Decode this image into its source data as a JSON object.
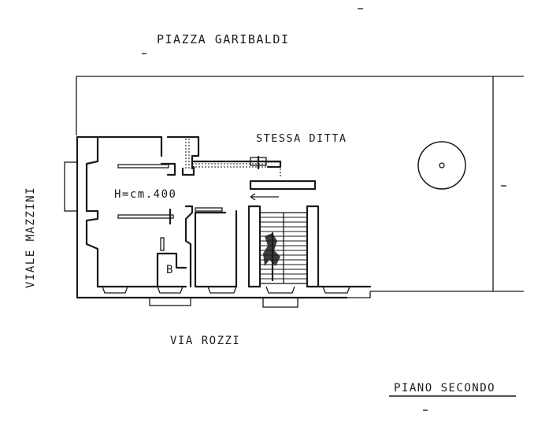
{
  "labels": {
    "north_street": "PIAZZA  GARIBALDI",
    "west_street": "VIALE  MAZZINI",
    "south_street": "VIA  ROZZI",
    "neighbor": "STESSA  DITTA",
    "ceiling_height": "H=cm.400",
    "room_b": "B",
    "floor_title": "PIANO SECONDO"
  }
}
